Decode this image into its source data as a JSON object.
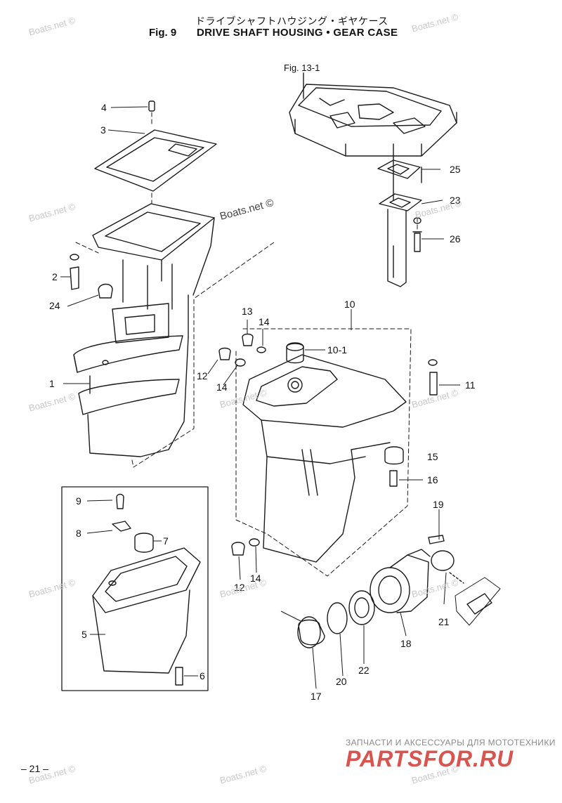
{
  "header": {
    "japanese_title": "ドライブシャフトハウジング・ギヤケース",
    "fig_number": "Fig. 9",
    "fig_title": "DRIVE SHAFT HOUSING • GEAR CASE",
    "reference": "Fig. 13-1"
  },
  "part_numbers": [
    "1",
    "2",
    "3",
    "4",
    "5",
    "6",
    "7",
    "8",
    "9",
    "10",
    "10-1",
    "11",
    "12",
    "12",
    "13",
    "14",
    "14",
    "14",
    "15",
    "16",
    "17",
    "18",
    "19",
    "20",
    "21",
    "22",
    "23",
    "24",
    "25",
    "26"
  ],
  "watermark_text": "Boats.net ©",
  "page_number": "– 21 –",
  "advertisement": {
    "tagline": "ЗАПЧАСТИ И АКСЕССУАРЫ ДЛЯ МОТОТЕХНИКИ",
    "logo_text": "PARTSFOR.RU",
    "logo_color": "#d9534f"
  }
}
